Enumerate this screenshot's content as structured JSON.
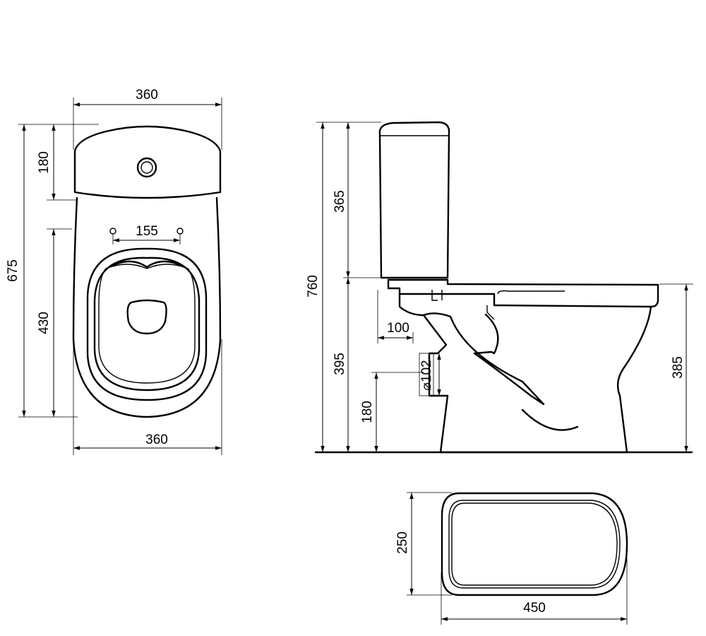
{
  "drawing": {
    "front_view": {
      "width_top": "360",
      "tank_height": "180",
      "total_depth": "675",
      "bolt_spacing": "155",
      "bolt_to_rear": "430",
      "width_bottom": "360"
    },
    "side_view": {
      "total_height": "760",
      "tank_height": "365",
      "bowl_height": "395",
      "outlet_offset": "100",
      "outlet_diameter": "⌀102",
      "outlet_height": "180",
      "seat_height": "385"
    },
    "top_view": {
      "depth": "250",
      "width": "450"
    }
  }
}
